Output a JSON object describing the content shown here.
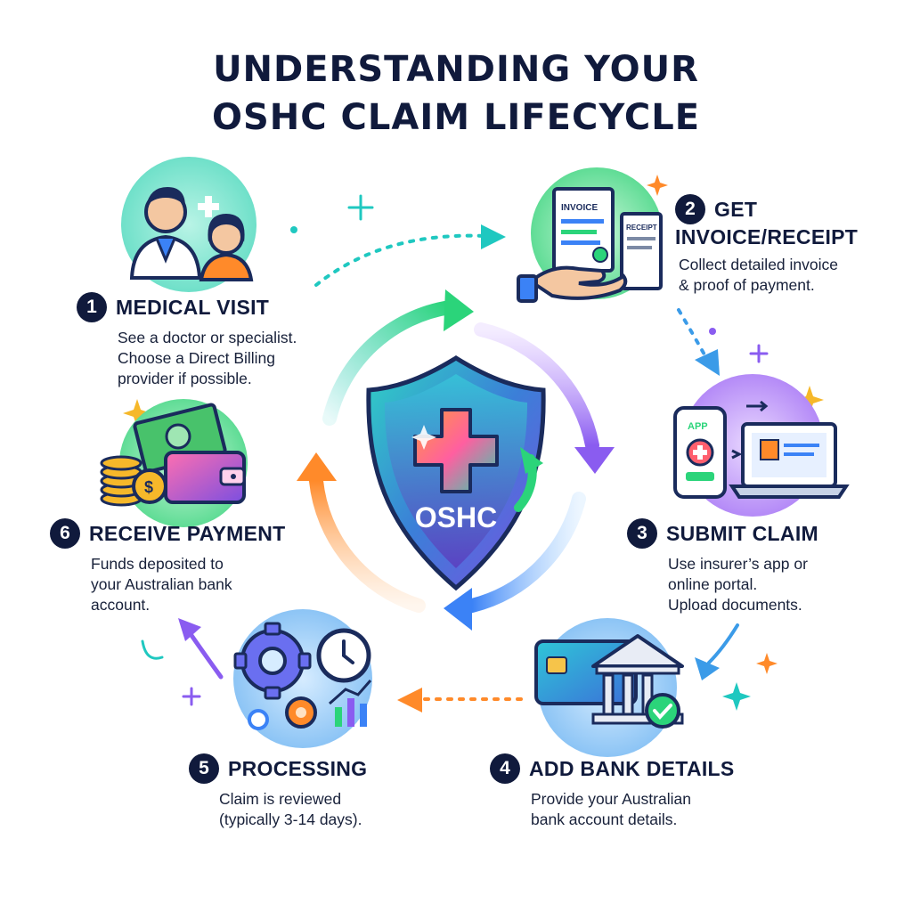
{
  "title": {
    "line1": "UNDERSTANDING YOUR",
    "line2": "OSHC CLAIM LIFECYCLE"
  },
  "center": {
    "label": "OSHC",
    "icon": "shield-cross-icon"
  },
  "colors": {
    "navy": "#101a3c",
    "teal": "#1fc8c0",
    "green": "#2bd47a",
    "purple": "#8a5cf0",
    "blue": "#3b82f6",
    "orange": "#ff8a2a",
    "white": "#ffffff"
  },
  "steps": [
    {
      "number": "1",
      "title": "MEDICAL VISIT",
      "description": "See a doctor or specialist.\nChoose a Direct Billing\nprovider if possible.",
      "icon": "doctor-patient-icon"
    },
    {
      "number": "2",
      "title_line1": "GET",
      "title_line2": "INVOICE/RECEIPT",
      "description": "Collect detailed invoice\n& proof of payment.",
      "icon": "invoice-receipt-icon",
      "invoice_label": "INVOICE",
      "receipt_label": "RECEIPT"
    },
    {
      "number": "3",
      "title": "SUBMIT CLAIM",
      "description": "Use insurer’s app or\nonline portal.\nUpload documents.",
      "icon": "phone-laptop-icon",
      "app_label": "APP"
    },
    {
      "number": "4",
      "title": "ADD BANK DETAILS",
      "description": "Provide your Australian\nbank account details.",
      "icon": "bank-card-icon"
    },
    {
      "number": "5",
      "title": "PROCESSING",
      "description": "Claim is reviewed\n(typically 3-14 days).",
      "icon": "gears-clock-icon"
    },
    {
      "number": "6",
      "title": "RECEIVE PAYMENT",
      "description": "Funds deposited to\nyour Australian bank\naccount.",
      "icon": "wallet-money-icon",
      "coin_symbol": "$"
    }
  ]
}
